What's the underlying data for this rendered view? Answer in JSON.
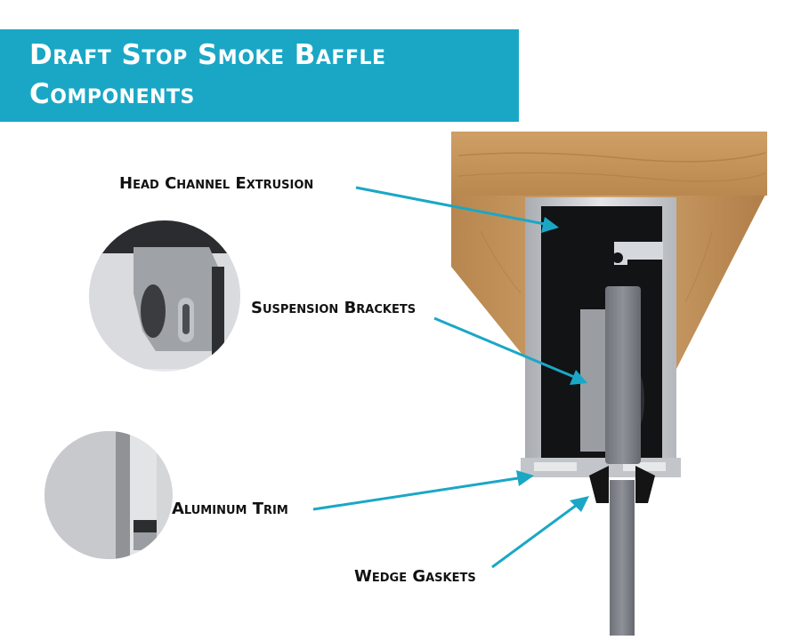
{
  "title": {
    "line1": "Draft Stop Smoke Baffle",
    "line2": "Components"
  },
  "labels": {
    "head_channel": "Head Channel Extrusion",
    "suspension_brackets": "Suspension Brackets",
    "aluminum_trim": "Aluminum Trim",
    "wedge_gaskets": "Wedge Gaskets"
  },
  "colors": {
    "banner": "#1aa7c6",
    "arrow": "#1aa7c6",
    "wood": "#c89a63",
    "aluminum": "#c9ccd0"
  }
}
